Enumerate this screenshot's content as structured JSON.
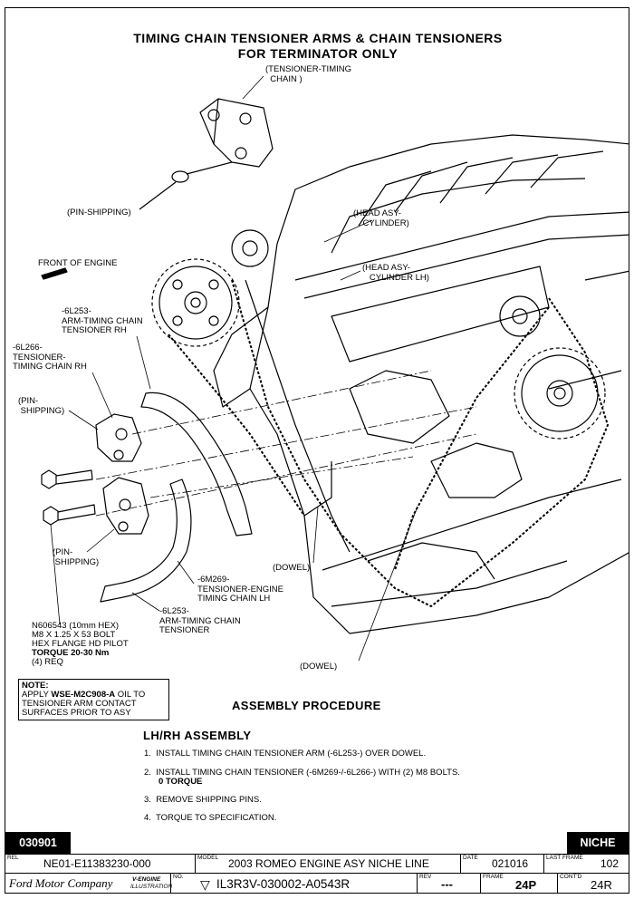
{
  "title": {
    "line1": "TIMING CHAIN TENSIONER ARMS & CHAIN TENSIONERS",
    "line2": "FOR TERMINATOR ONLY"
  },
  "labels": {
    "tensioner_timing_chain": "(TENSIONER-TIMING\n  CHAIN )",
    "pin_shipping_top": "(PIN-SHIPPING)",
    "head_asy_cylinder": "(HEAD ASY-\n    CYLINDER)",
    "head_asy_cylinder_lh": "(HEAD ASY-\n   CYLINDER LH)",
    "front_of_engine": "FRONT OF ENGINE",
    "arm_rh": "-6L253-\nARM-TIMING CHAIN\nTENSIONER RH",
    "tensioner_rh": "-6L266-\nTENSIONER-\nTIMING CHAIN RH",
    "pin_shipping_mid": "(PIN-\n SHIPPING)",
    "pin_shipping_low": "(PIN-\n SHIPPING)",
    "dowel_upper": "(DOWEL)",
    "tensioner_engine_lh": "-6M269-\nTENSIONER-ENGINE\nTIMING CHAIN LH",
    "arm_tensioner": "-6L253-\nARM-TIMING CHAIN\nTENSIONER",
    "dowel_lower": "(DOWEL)",
    "bolt_line1": "N606543 (10mm HEX)",
    "bolt_line2": "M8 X 1.25 X 53 BOLT",
    "bolt_line3": "HEX FLANGE HD PILOT",
    "bolt_torque": "TORQUE 20-30 Nm",
    "bolt_req": "(4) REQ"
  },
  "note": {
    "heading": "NOTE:",
    "text_pre": "APPLY ",
    "oil": "WSE-M2C908-A",
    "text_post": " OIL TO",
    "line2": "TENSIONER ARM CONTACT",
    "line3": "SURFACES PRIOR TO ASY"
  },
  "procedure": {
    "title": "ASSEMBLY PROCEDURE",
    "subtitle": "LH/RH ASSEMBLY",
    "step1": "1.  INSTALL TIMING CHAIN TENSIONER ARM (-6L253-) OVER DOWEL.",
    "step2": "2.  INSTALL TIMING CHAIN TENSIONER (-6M269-/-6L266-) WITH (2) M8 BOLTS.",
    "step2_torque": "0 TORQUE",
    "step3": "3.  REMOVE SHIPPING PINS.",
    "step4": "4.  TORQUE TO SPECIFICATION."
  },
  "title_block": {
    "left_code": "030901",
    "right_code": "NICHE",
    "rel_label": "REL",
    "rel_value": "NE01-E11383230-000",
    "model_label": "MODEL",
    "model_value": "2003 ROMEO ENGINE ASY NICHE LINE",
    "date_label": "DATE",
    "date_value": "021016",
    "last_frame_label": "LAST FRAME",
    "last_frame_value": "102",
    "company": "Ford Motor Company",
    "illus1": "V-ENGINE",
    "illus2": "ILLUSTRATION",
    "no_label": "NO.",
    "no_value": "IL3R3V-030002-A0543R",
    "rev_label": "REV",
    "rev_value": "---",
    "frame_label": "FRAME",
    "frame_value": "24P",
    "contd_label": "CONT'D",
    "contd_value": "24R"
  }
}
